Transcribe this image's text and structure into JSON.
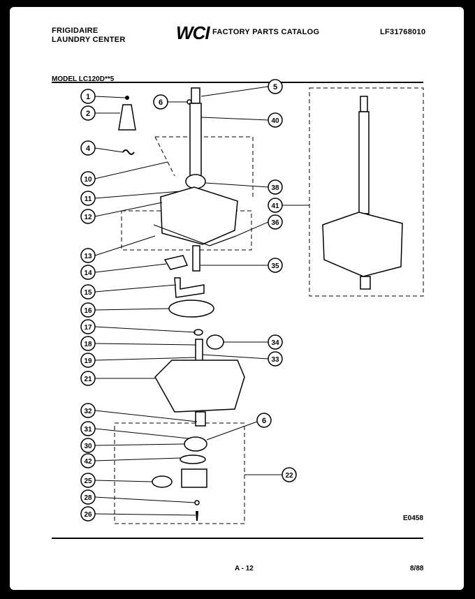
{
  "header": {
    "brand_line1": "FRIGIDAIRE",
    "brand_line2": "LAUNDRY CENTER",
    "logo": "WCI",
    "catalog_title": "FACTORY PARTS CATALOG",
    "catalog_number": "LF31768010"
  },
  "model_label": "MODEL LC120D**5",
  "callouts": {
    "c1": "1",
    "c2": "2",
    "c4": "4",
    "c6a": "6",
    "c5": "5",
    "c40": "40",
    "c10": "10",
    "c11": "11",
    "c12": "12",
    "c13": "13",
    "c14": "14",
    "c15": "15",
    "c16": "16",
    "c17": "17",
    "c18": "18",
    "c19": "19",
    "c21": "21",
    "c32": "32",
    "c31": "31",
    "c30": "30",
    "c42": "42",
    "c25": "25",
    "c28": "28",
    "c26": "26",
    "c38": "38",
    "c41": "41",
    "c36": "36",
    "c35": "35",
    "c34": "34",
    "c33": "33",
    "c6b": "6",
    "c22": "22"
  },
  "diagram_code": "E0458",
  "footer": {
    "page_number": "A - 12",
    "date": "8/88"
  }
}
